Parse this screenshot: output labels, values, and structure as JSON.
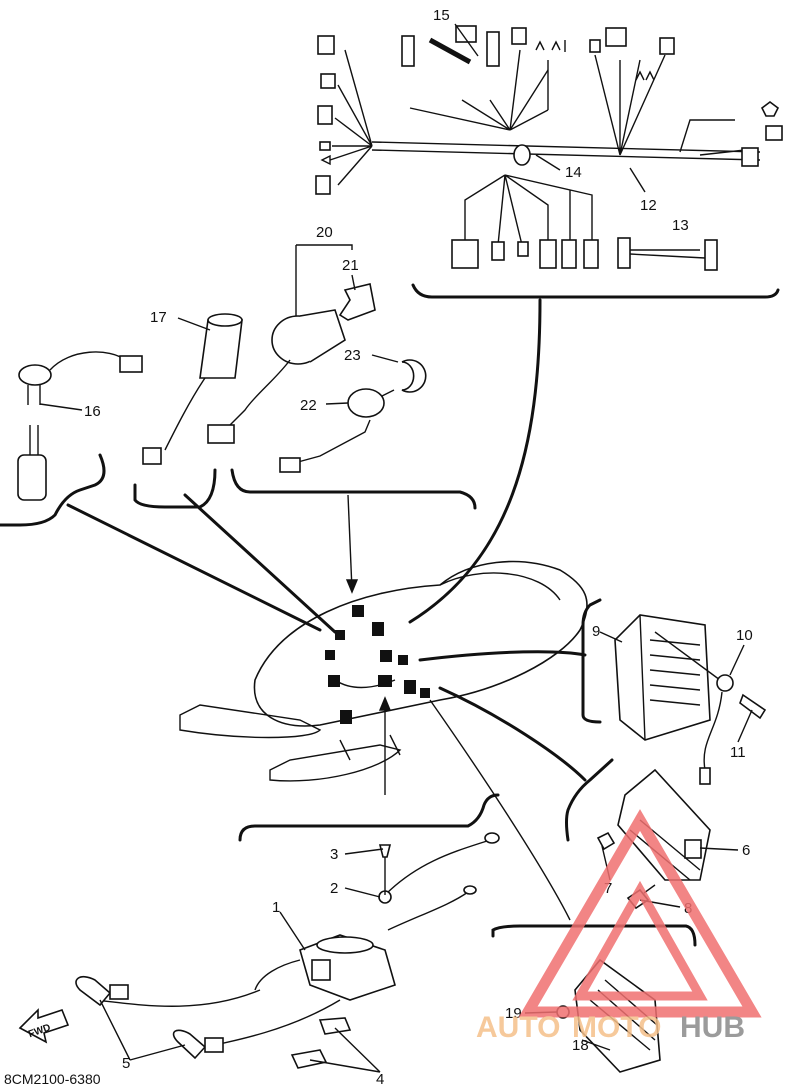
{
  "diagram_code": "8CM2100-6380",
  "fwd_arrow_label": "FWD",
  "watermark": {
    "auto": "AUTO",
    "moto": "MOTO",
    "hub": "HUB",
    "auto_color": "#f5c08a",
    "moto_color": "#f5c08a",
    "hub_color": "#8a8a8a",
    "triangle_color": "#f07070"
  },
  "callouts": {
    "c1": "1",
    "c2": "2",
    "c3": "3",
    "c4": "4",
    "c5": "5",
    "c6": "6",
    "c7": "7",
    "c8": "8",
    "c9": "9",
    "c10": "10",
    "c11": "11",
    "c12": "12",
    "c13": "13",
    "c14": "14",
    "c15": "15",
    "c16": "16",
    "c17": "17",
    "c18": "18",
    "c19": "19",
    "c20": "20",
    "c21": "21",
    "c22": "22",
    "c23": "23"
  }
}
